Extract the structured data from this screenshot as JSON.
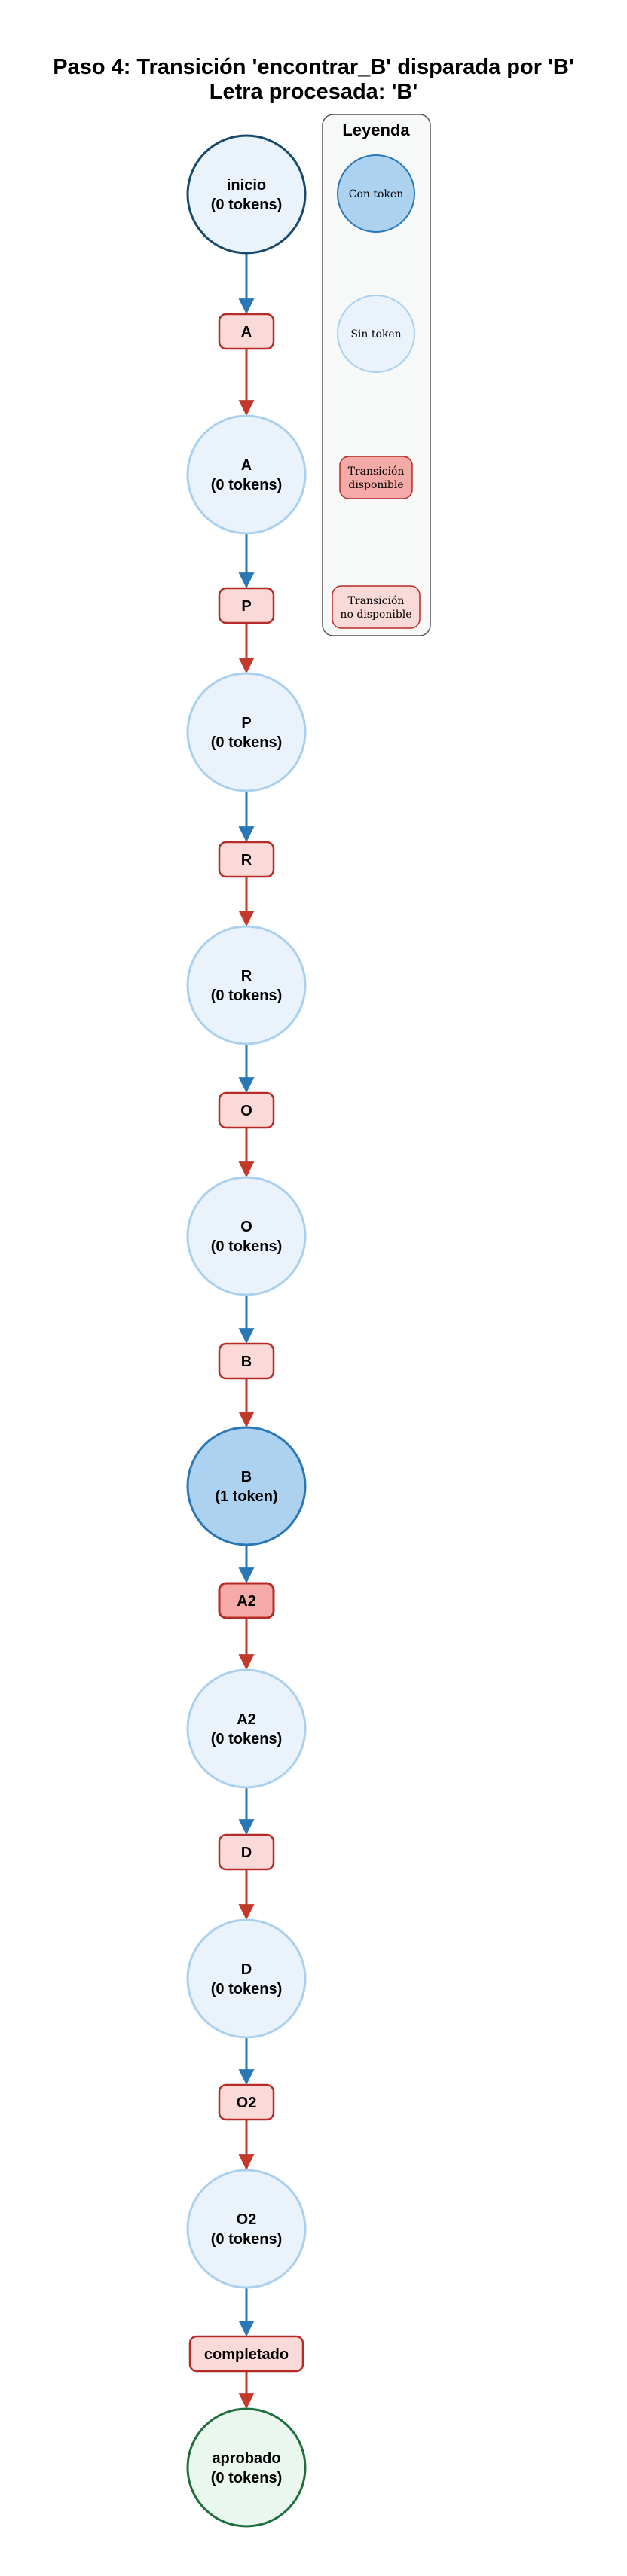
{
  "title": {
    "line1": "Paso 4: Transición 'encontrar_B' disparada por 'B'",
    "line2": "Letra procesada: 'B'"
  },
  "colors": {
    "token_fill": "#acd2f0",
    "token_stroke": "#2a77b5",
    "empty_fill": "#eaf3fc",
    "empty_stroke": "#a9d0ee",
    "start_stroke": "#18496b",
    "final_fill": "#e9f7ee",
    "final_stroke": "#1f6e3e",
    "transition_fill": "#fadad8",
    "transition_stroke": "#b52b27",
    "transition_active_fill": "#f4aaa6",
    "arc_blue": "#2a77b5",
    "arc_red": "#c0392b"
  },
  "places": [
    {
      "id": "inicio",
      "name": "inicio",
      "tokens": "(0 tokens)",
      "kind": "start"
    },
    {
      "id": "A",
      "name": "A",
      "tokens": "(0 tokens)",
      "kind": "empty"
    },
    {
      "id": "P",
      "name": "P",
      "tokens": "(0 tokens)",
      "kind": "empty"
    },
    {
      "id": "R",
      "name": "R",
      "tokens": "(0 tokens)",
      "kind": "empty"
    },
    {
      "id": "O",
      "name": "O",
      "tokens": "(0 tokens)",
      "kind": "empty"
    },
    {
      "id": "B",
      "name": "B",
      "tokens": "(1 token)",
      "kind": "token"
    },
    {
      "id": "A2",
      "name": "A2",
      "tokens": "(0 tokens)",
      "kind": "empty"
    },
    {
      "id": "D",
      "name": "D",
      "tokens": "(0 tokens)",
      "kind": "empty"
    },
    {
      "id": "O2",
      "name": "O2",
      "tokens": "(0 tokens)",
      "kind": "empty"
    },
    {
      "id": "aprobado",
      "name": "aprobado",
      "tokens": "(0 tokens)",
      "kind": "final"
    }
  ],
  "transitions": [
    {
      "label": "A",
      "active": false
    },
    {
      "label": "P",
      "active": false
    },
    {
      "label": "R",
      "active": false
    },
    {
      "label": "O",
      "active": false
    },
    {
      "label": "B",
      "active": false
    },
    {
      "label": "A2",
      "active": true
    },
    {
      "label": "D",
      "active": false
    },
    {
      "label": "O2",
      "active": false
    },
    {
      "label": "completado",
      "active": false
    }
  ],
  "legend": {
    "title": "Leyenda",
    "items": [
      {
        "kind": "token",
        "lines": [
          "Con token"
        ]
      },
      {
        "kind": "empty",
        "lines": [
          "Sin token"
        ]
      },
      {
        "kind": "transition_active",
        "lines": [
          "Transición",
          "disponible"
        ]
      },
      {
        "kind": "transition",
        "lines": [
          "Transición",
          "no disponible"
        ]
      }
    ]
  }
}
